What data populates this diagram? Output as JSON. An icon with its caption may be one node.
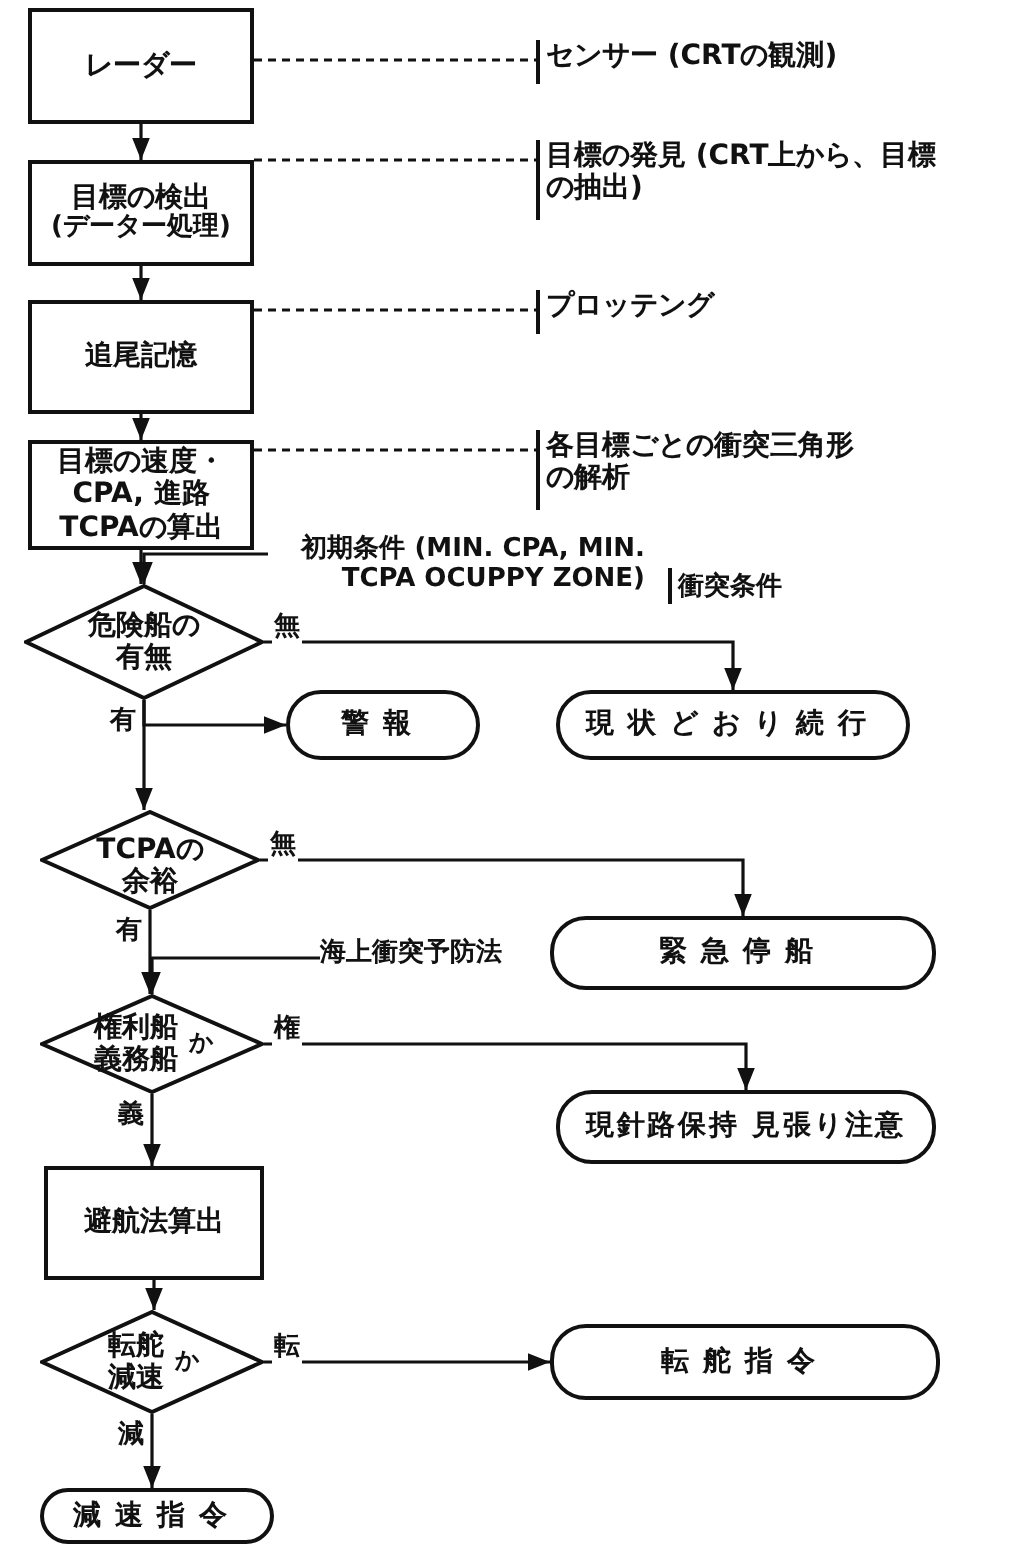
{
  "diagram": {
    "nodes": [
      {
        "text": [
          "レーダー"
        ]
      },
      {
        "text": [
          "目標の検出",
          "(データー処理)"
        ]
      },
      {
        "text": [
          "追尾記憶"
        ]
      },
      {
        "text": [
          "目標の速度・CPA, 進路TCPAの算出"
        ]
      },
      {
        "text": [
          "危険船の有無"
        ]
      },
      {
        "text": [
          "警報"
        ]
      },
      {
        "text": [
          "現状どおり続行"
        ]
      },
      {
        "text": [
          "TCPAの余裕"
        ]
      },
      {
        "text": [
          "緊急停船"
        ]
      },
      {
        "text": [
          "権利船義務船",
          "か"
        ]
      },
      {
        "text": [
          "現針路保持 見張り注意"
        ]
      },
      {
        "text": [
          "避航法算出"
        ]
      },
      {
        "text": [
          "転舵減速",
          "か"
        ]
      },
      {
        "text": [
          "転舵指令"
        ]
      },
      {
        "text": [
          "減速指令"
        ]
      },
      {
        "text": [
          "センサー (CRTの観測)"
        ]
      },
      {
        "text": [
          "目標の発見 (CRT上から、目標の抽出)"
        ]
      },
      {
        "text": [
          "プロッテング"
        ]
      },
      {
        "text": [
          "各目標ごとの衝突三角形の解析"
        ]
      },
      {
        "text": [
          "初期条件 (MIN. CPA, MIN. TCPA OCUPPY ZONE)"
        ]
      },
      {
        "text": [
          "海上衝突予防法"
        ]
      }
    ],
    "edges": [
      {
        "from": 0,
        "to": 1,
        "arrow": "to"
      },
      {
        "from": 1,
        "to": 2,
        "arrow": "to"
      },
      {
        "from": 2,
        "to": 3,
        "arrow": "to"
      },
      {
        "from": 3,
        "to": 4,
        "arrow": "to"
      },
      {
        "from": 4,
        "to": 6,
        "arrow": "to",
        "label": "無"
      },
      {
        "from": 4,
        "to": 5,
        "arrow": "to"
      },
      {
        "from": 4,
        "to": 7,
        "arrow": "to",
        "label": "有"
      },
      {
        "from": 7,
        "to": 8,
        "arrow": "to",
        "label": "無"
      },
      {
        "from": 7,
        "to": 9,
        "arrow": "to",
        "label": "有"
      },
      {
        "from": 9,
        "to": 10,
        "arrow": "to",
        "label": "権"
      },
      {
        "from": 9,
        "to": 11,
        "arrow": "to",
        "label": "義"
      },
      {
        "from": 11,
        "to": 12,
        "arrow": "to"
      },
      {
        "from": 12,
        "to": 13,
        "arrow": "to",
        "label": "転"
      },
      {
        "from": 12,
        "to": 14,
        "arrow": "to",
        "label": "減"
      },
      {
        "from": 19,
        "to": 4,
        "arrow": "to"
      },
      {
        "from": 20,
        "to": 9,
        "arrow": "to"
      },
      {
        "from": 0,
        "to": 15,
        "arrow": "none",
        "style": "dashed"
      },
      {
        "from": 1,
        "to": 16,
        "arrow": "none",
        "style": "dashed"
      },
      {
        "from": 2,
        "to": 17,
        "arrow": "none",
        "style": "dashed"
      },
      {
        "from": 3,
        "to": 18,
        "arrow": "none",
        "style": "dashed"
      }
    ],
    "labels": [
      "衝突条件"
    ]
  }
}
